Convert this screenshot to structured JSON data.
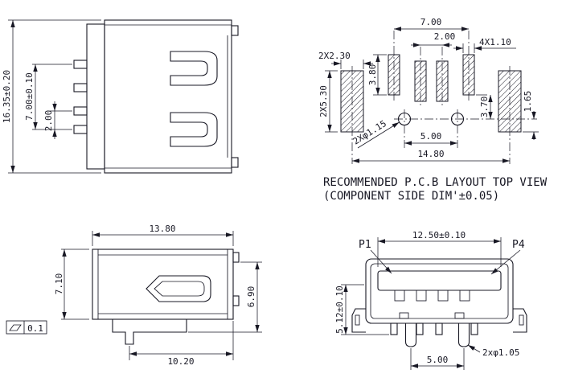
{
  "side_view": {
    "dim_height": "16.35±0.20",
    "dim_pin_span": "7.00±0.10",
    "dim_pin_pitch": "2.00"
  },
  "pcb_layout": {
    "dim_pad_span": "7.00",
    "dim_inner_pitch": "2.00",
    "dim_pad_width": "4X1.10",
    "dim_shell_pad_width": "2X2.30",
    "dim_pad_length": "3.80",
    "dim_shell_pad_length": "2X5.30",
    "dim_hole_offset": "3.70",
    "dim_edge_offset": "1.65",
    "dim_hole_dia": "2Xφ1.15",
    "dim_hole_span": "5.00",
    "dim_shell_span": "14.80",
    "caption_line1": "RECOMMENDED P.C.B LAYOUT TOP VIEW",
    "caption_line2": "(COMPONENT SIDE DIM'±0.05)"
  },
  "top_view": {
    "dim_width": "13.80",
    "dim_depth": "7.10",
    "dim_body_depth": "6.90",
    "dim_foot_span": "10.20",
    "flatness_value": "0.1"
  },
  "front_view": {
    "label_p1": "P1",
    "label_p4": "P4",
    "dim_width": "12.50±0.10",
    "dim_height": "5.12±0.10",
    "dim_peg_dia": "2xφ1.05",
    "dim_peg_span": "5.00"
  }
}
